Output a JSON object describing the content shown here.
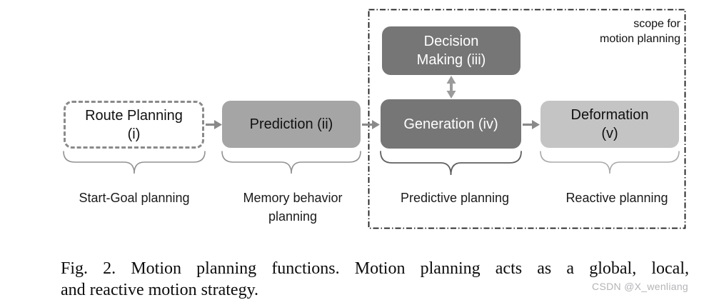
{
  "diagram": {
    "scope_note": "scope for\nmotion planning",
    "boxes": {
      "route_planning": {
        "line1": "Route Planning",
        "line2": "(i)"
      },
      "prediction": {
        "label": "Prediction (ii)"
      },
      "decision_making": {
        "line1": "Decision",
        "line2": "Making (iii)"
      },
      "generation": {
        "label": "Generation (iv)"
      },
      "deformation": {
        "line1": "Deformation",
        "line2": "(v)"
      }
    },
    "function_labels": {
      "start_goal": "Start-Goal planning",
      "memory_behavior": "Memory behavior\nplanning",
      "predictive": "Predictive planning",
      "reactive": "Reactive planning"
    },
    "colors": {
      "dark_box_fill": "#767676",
      "medium_box_fill": "#a5a5a5",
      "light_box_fill": "#c4c4c4",
      "dashed_box_border": "#8a8a8a",
      "arrow": "#8a8a8a",
      "scope_rect_border": "#1a1a1a",
      "brace_stroke": "#8f8f8f"
    }
  },
  "caption": {
    "line1": "Fig. 2. Motion planning functions. Motion planning acts as a global, local,",
    "line2": "and reactive motion strategy."
  },
  "watermark": "CSDN @X_wenliang"
}
